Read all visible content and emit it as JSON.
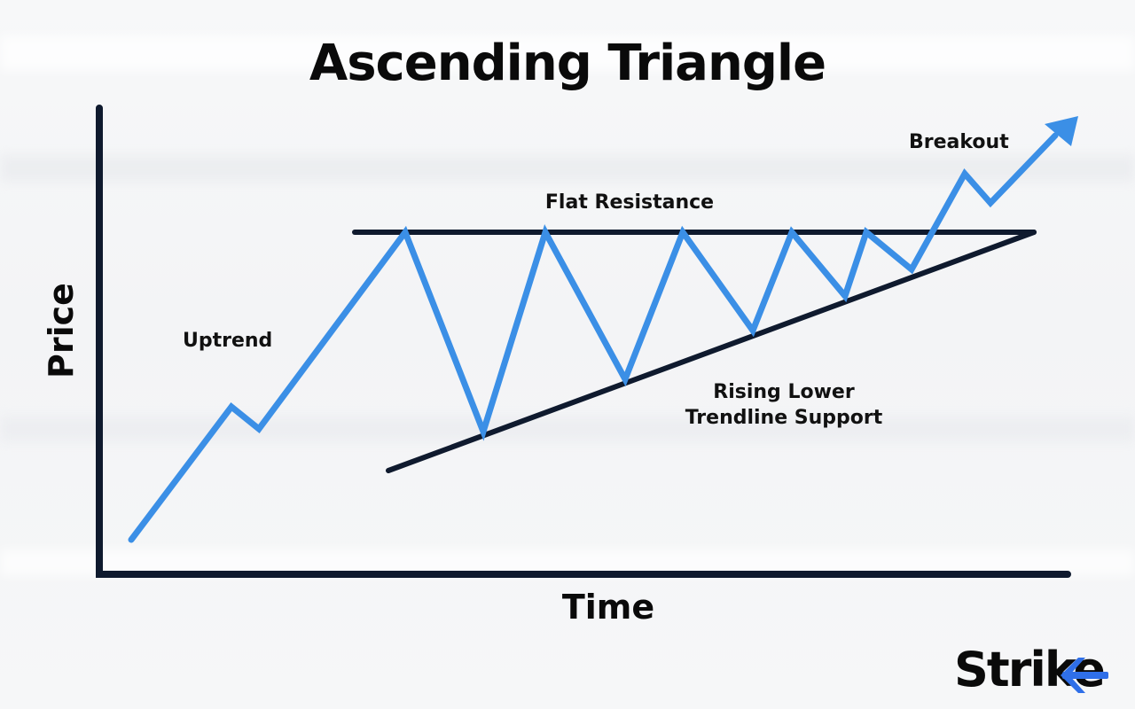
{
  "title": "Ascending Triangle",
  "axes": {
    "y_label": "Price",
    "x_label": "Time"
  },
  "annotations": {
    "uptrend": "Uptrend",
    "flat_resistance": "Flat Resistance",
    "breakout": "Breakout",
    "rising_support_line1": "Rising Lower",
    "rising_support_line2": "Trendline Support"
  },
  "logo": {
    "text": "Strike"
  },
  "colors": {
    "price_line": "#3b8fe6",
    "trendlines": "#0f1a2e",
    "axes": "#0f1a2e",
    "logo_accent": "#2f6fe8"
  }
}
